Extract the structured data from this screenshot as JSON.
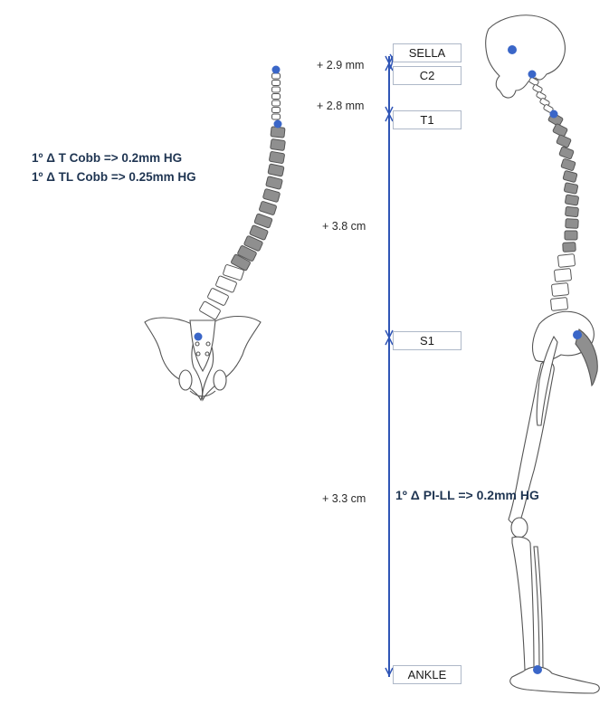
{
  "stats": {
    "t_cobb": "1º Δ T Cobb => 0.2mm HG",
    "tl_cobb": "1º Δ TL Cobb => 0.25mm HG",
    "pi_ll": "1º Δ PI-LL => 0.2mm HG"
  },
  "landmarks": [
    {
      "label": "SELLA"
    },
    {
      "label": "C2"
    },
    {
      "label": "T1"
    },
    {
      "label": "S1"
    },
    {
      "label": "ANKLE"
    }
  ],
  "measurements": [
    {
      "label": "+ 2.9 mm"
    },
    {
      "label": "+ 2.8 mm"
    },
    {
      "label": "+ 3.8 cm"
    },
    {
      "label": "+ 3.3 cm"
    }
  ],
  "colors": {
    "axis_line": "#2f55b6",
    "landmark_dot": "#3a66c8",
    "vertebra_dark": "#8f8f8f",
    "vertebra_light": "#ffffff",
    "outline": "#555555",
    "text": "#1f3552"
  }
}
